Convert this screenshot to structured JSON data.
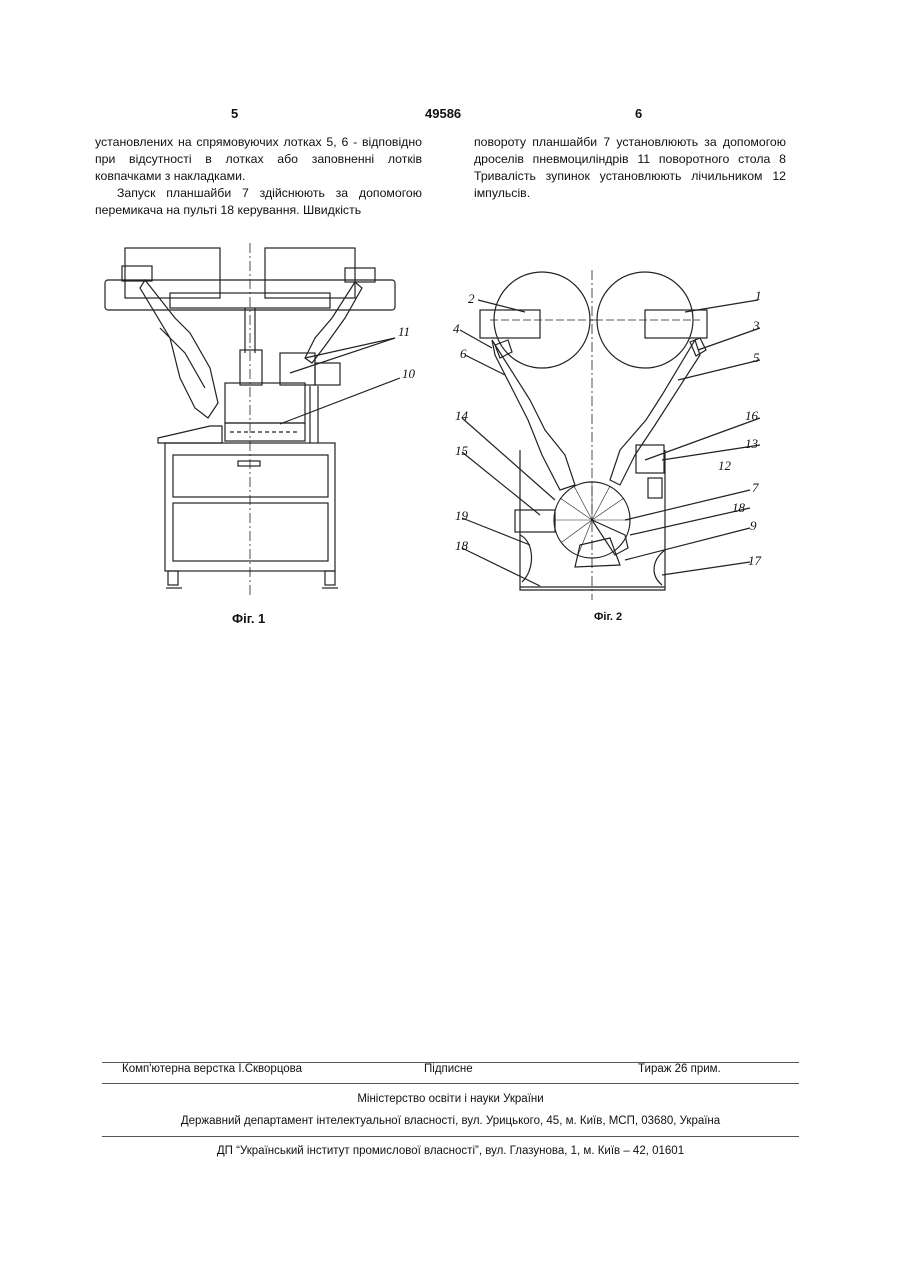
{
  "header": {
    "page_left": "5",
    "patent_number": "49586",
    "page_right": "6"
  },
  "text": {
    "left_p1": "установлених на спрямовуючих лотках 5, 6 - відповідно при відсутності в лотках або заповненні лотків ковпачками з накладками.",
    "left_p2": "Запуск планшайби 7 здійснюють за допомогою перемикача на пульті 18 керування. Швидкість",
    "right_p1": "повороту планшайби 7 установлюють за допомогою дроселів пневмоциліндрів 11 поворотного стола 8 Тривалість зупинок установлюють лічильником 12 імпульсів."
  },
  "figures": {
    "fig1": {
      "caption": "Фіг. 1",
      "labels": [
        "11",
        "10"
      ]
    },
    "fig2": {
      "caption": "Фіг. 2",
      "labels": [
        "2",
        "1",
        "4",
        "3",
        "6",
        "5",
        "16",
        "14",
        "13",
        "12",
        "15",
        "7",
        "18",
        "19",
        "9",
        "18",
        "17"
      ]
    }
  },
  "footer": {
    "layout": "Комп'ютерна верстка І.Скворцова",
    "signed": "Підписне",
    "circulation": "Тираж 26 прим.",
    "ministry": "Міністерство освіти і науки України",
    "department": "Державний департамент інтелектуальної власності, вул. Урицького, 45, м. Київ, МСП, 03680, Україна",
    "institute": "ДП “Український інститут промислової власності”, вул. Глазунова, 1, м. Київ – 42, 01601"
  }
}
